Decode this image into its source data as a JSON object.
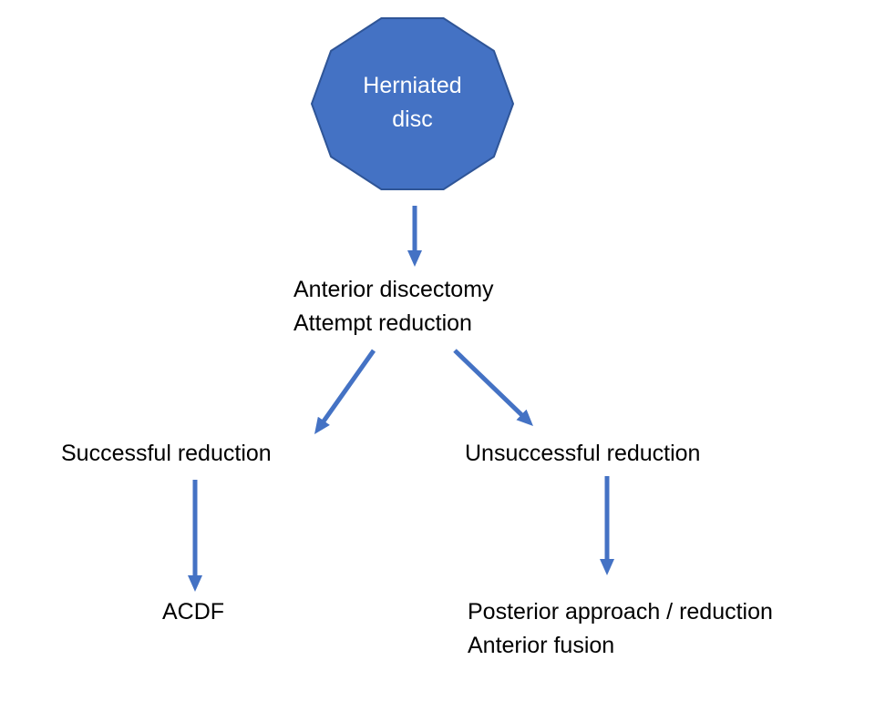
{
  "diagram": {
    "type": "flowchart",
    "nodes": {
      "root": {
        "label": "Herniated\ndisc",
        "shape": "decagon"
      },
      "step1": {
        "label": "Anterior discectomy\nAttempt reduction",
        "shape": "text"
      },
      "left_branch": {
        "label": "Successful reduction",
        "shape": "text"
      },
      "right_branch": {
        "label": "Unsuccessful reduction",
        "shape": "text"
      },
      "left_outcome": {
        "label": "ACDF",
        "shape": "text"
      },
      "right_outcome": {
        "label": "Posterior approach / reduction\nAnterior fusion",
        "shape": "text"
      }
    },
    "edges": [
      {
        "from": "root",
        "to": "step1",
        "style": "arrow"
      },
      {
        "from": "step1",
        "to": "left_branch",
        "style": "arrow"
      },
      {
        "from": "step1",
        "to": "right_branch",
        "style": "arrow"
      },
      {
        "from": "left_branch",
        "to": "left_outcome",
        "style": "arrow"
      },
      {
        "from": "right_branch",
        "to": "right_outcome",
        "style": "arrow"
      }
    ]
  },
  "colors": {
    "shape_fill": "#4472C4",
    "shape_border": "#2F5597",
    "arrow": "#4472C4",
    "text": "#000000",
    "background": "#FFFFFF"
  }
}
